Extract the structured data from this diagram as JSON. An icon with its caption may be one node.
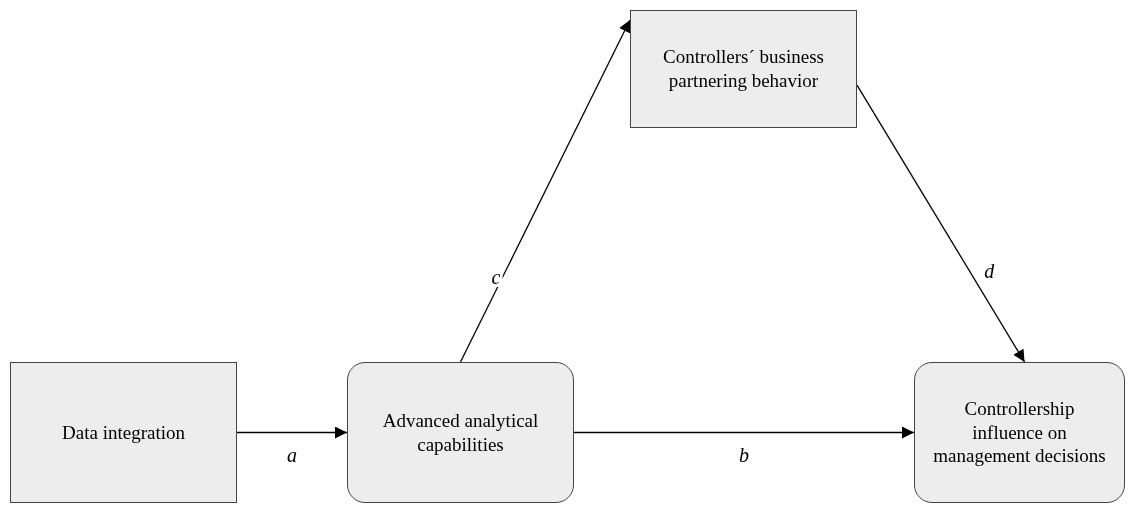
{
  "diagram": {
    "nodes": [
      {
        "text": [
          "Data integration"
        ]
      },
      {
        "text": [
          "Advanced analytical capabilities"
        ]
      },
      {
        "text": [
          "Controllers´ business partnering behavior"
        ]
      },
      {
        "text": [
          "Controllership influence on management decisions"
        ]
      }
    ],
    "edges": [
      {
        "from": 0,
        "to": 1,
        "arrow": "to",
        "label": "a"
      },
      {
        "from": 1,
        "to": 3,
        "arrow": "to",
        "label": "b"
      },
      {
        "from": 1,
        "to": 2,
        "arrow": "to",
        "label": "c"
      },
      {
        "from": 2,
        "to": 3,
        "arrow": "to",
        "label": "d"
      }
    ]
  }
}
